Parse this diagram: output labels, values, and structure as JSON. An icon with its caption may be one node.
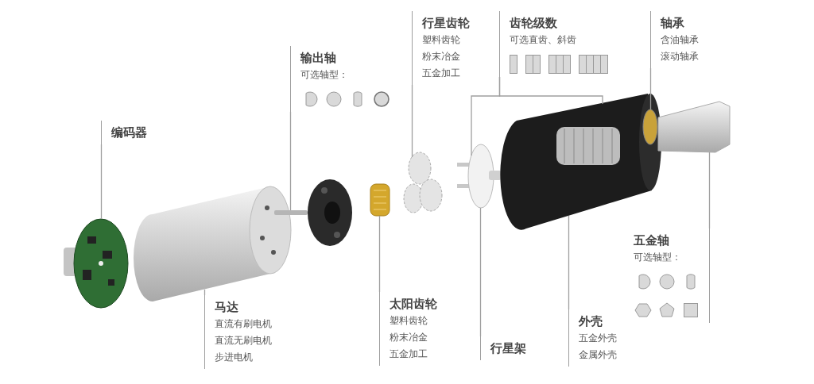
{
  "diagram": {
    "nodes": [
      {
        "text": [
          "行星齿轮",
          "塑料齿轮",
          "粉末冶金",
          "五金加工"
        ]
      },
      {
        "text": [
          "齿轮级数",
          "可选直齿、斜齿"
        ]
      },
      {
        "text": [
          "轴承",
          "含油轴承",
          "滚动轴承"
        ]
      },
      {
        "text": [
          "输出轴",
          "可选轴型："
        ]
      },
      {
        "text": [
          "编码器"
        ]
      },
      {
        "text": [
          "五金轴",
          "可选轴型："
        ]
      },
      {
        "text": [
          "马达",
          "直流有刷电机",
          "直流无刷电机",
          "步进电机"
        ]
      },
      {
        "text": [
          "太阳齿轮",
          "塑料齿轮",
          "粉末冶金",
          "五金加工"
        ]
      },
      {
        "text": [
          "外壳",
          "五金外壳",
          "金属外壳"
        ]
      },
      {
        "text": [
          "行星架"
        ]
      },
      {
        "text": [],
        "shape": "picture"
      },
      {
        "text": [],
        "shape": "picture"
      },
      {
        "text": [],
        "shape": "bar"
      },
      {
        "text": [],
        "shape": "picture"
      },
      {
        "text": [],
        "shape": "picture"
      },
      {
        "text": [],
        "shape": "picture"
      },
      {
        "text": [],
        "shape": "picture"
      },
      {
        "text": [],
        "shape": "circle"
      },
      {
        "text": [],
        "shape": "picture"
      }
    ],
    "edges": [
      {
        "from": 4,
        "to": 10,
        "arrow": "none"
      },
      {
        "from": 3,
        "to": 12,
        "arrow": "none"
      },
      {
        "from": 0,
        "to": 14,
        "arrow": "none"
      },
      {
        "from": 1,
        "to": 15,
        "arrow": "none"
      },
      {
        "from": 1,
        "to": 16,
        "arrow": "none"
      },
      {
        "from": 2,
        "to": 17,
        "arrow": "none"
      },
      {
        "from": 5,
        "to": 18,
        "arrow": "none"
      },
      {
        "from": 6,
        "to": 11,
        "arrow": "none"
      },
      {
        "from": 7,
        "to": 13,
        "arrow": "none"
      },
      {
        "from": 9,
        "to": 15,
        "arrow": "none"
      },
      {
        "from": 8,
        "to": 16,
        "arrow": "none"
      }
    ]
  }
}
